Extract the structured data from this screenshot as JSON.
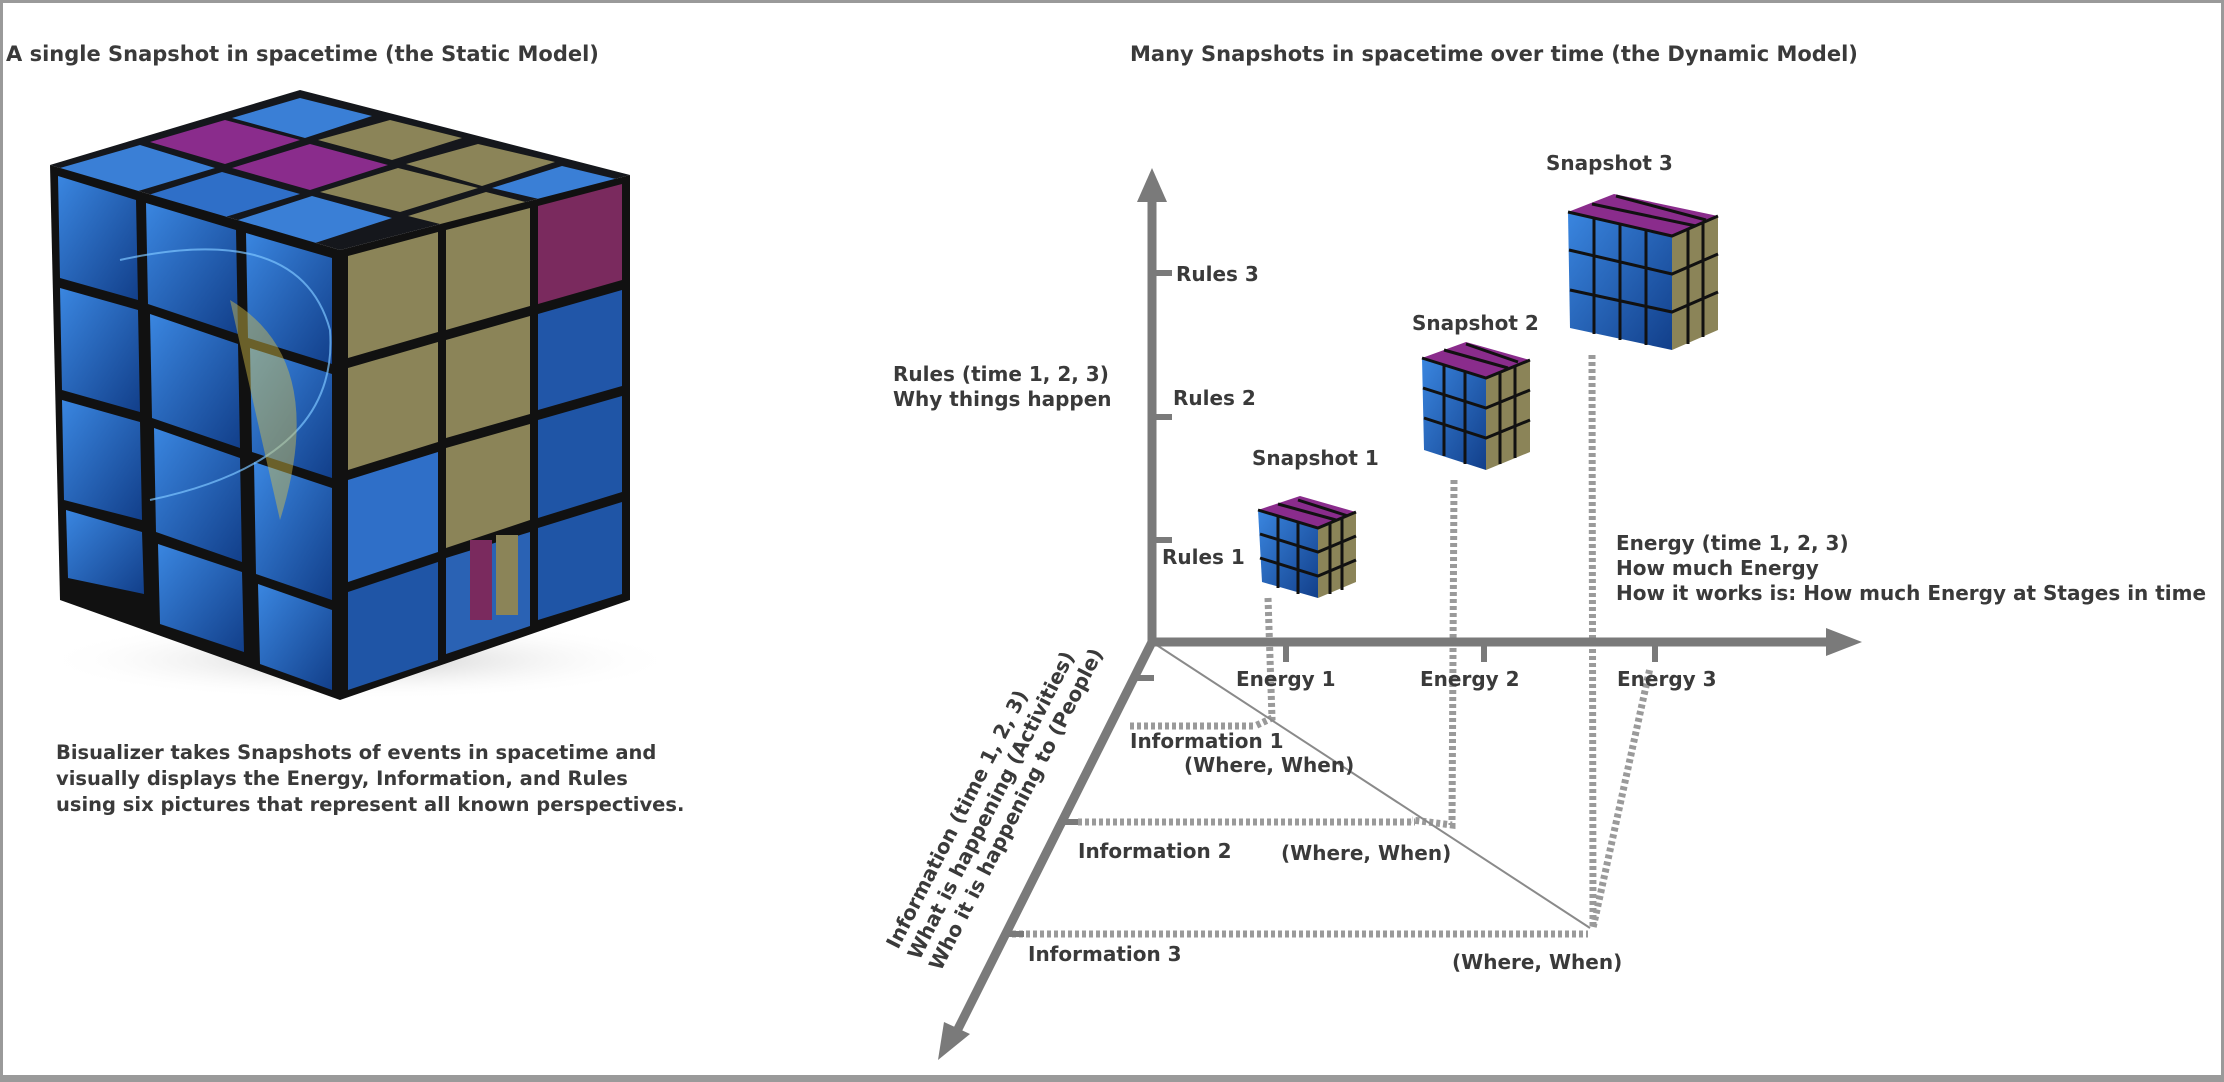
{
  "left_panel": {
    "title": "A single Snapshot in spacetime (the Static Model)",
    "caption_lines": [
      "Bisualizer takes Snapshots of events in spacetime and",
      "visually displays the Energy, Information, and Rules",
      "using six pictures that represent all known perspectives."
    ]
  },
  "right_panel": {
    "title": "Many Snapshots in spacetime over time (the Dynamic Model)",
    "snapshots": [
      "Snapshot 1",
      "Snapshot 2",
      "Snapshot 3"
    ],
    "rules_axis": {
      "title_lines": [
        "Rules (time 1, 2, 3)",
        "Why things happen"
      ],
      "ticks": [
        "Rules 1",
        "Rules 2",
        "Rules 3"
      ]
    },
    "energy_axis": {
      "title_lines": [
        "Energy  (time 1, 2, 3)",
        "How much Energy",
        "How it works is: How much Energy at Stages in time"
      ],
      "ticks": [
        "Energy 1",
        "Energy 2",
        "Energy 3"
      ]
    },
    "information_axis": {
      "title_lines": [
        "Information (time 1, 2, 3)",
        "What is happening (Activities)",
        "Who it is happening to (People)"
      ],
      "ticks": [
        "Information 1",
        "Information 2",
        "Information 3"
      ],
      "where_when": [
        "(Where, When)",
        "(Where, When)",
        "(Where, When)"
      ]
    }
  },
  "colors": {
    "axis": "#777777",
    "cube_blue": "#1f5fb8",
    "cube_olive": "#8b8458",
    "cube_purple": "#8a2c8c",
    "cube_frame": "#1a1a1a"
  }
}
